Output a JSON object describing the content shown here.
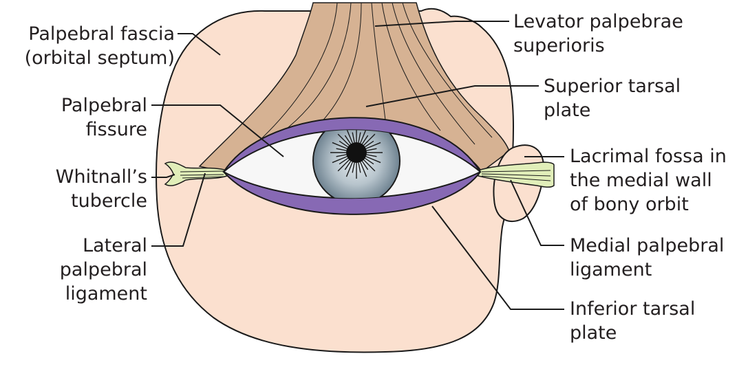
{
  "colors": {
    "skin": "#fbe0cf",
    "outline": "#1a1a1a",
    "levator": "#d6b293",
    "tarsal_plate": "#8769b4",
    "sclera": "#f7f7f7",
    "iris": "#7c8e99",
    "ligament": "#e1eeb9"
  },
  "labels": {
    "palpebral_fascia": [
      "Palpebral fascia",
      "(orbital septum)"
    ],
    "palpebral_fissure": [
      "Palpebral",
      "fissure"
    ],
    "whitnalls_tubercle": [
      "Whitnall’s",
      "tubercle"
    ],
    "lateral_palpebral_ligament": [
      "Lateral",
      "palpebral",
      "ligament"
    ],
    "levator": [
      "Levator palpebrae",
      "superioris"
    ],
    "superior_tarsal_plate": [
      "Superior tarsal",
      "plate"
    ],
    "lacrimal_fossa": [
      "Lacrimal fossa in",
      "the medial wall",
      "of bony orbit"
    ],
    "medial_palpebral_ligament": [
      "Medial palpebral",
      "ligament"
    ],
    "inferior_tarsal_plate": [
      "Inferior tarsal",
      "plate"
    ]
  }
}
